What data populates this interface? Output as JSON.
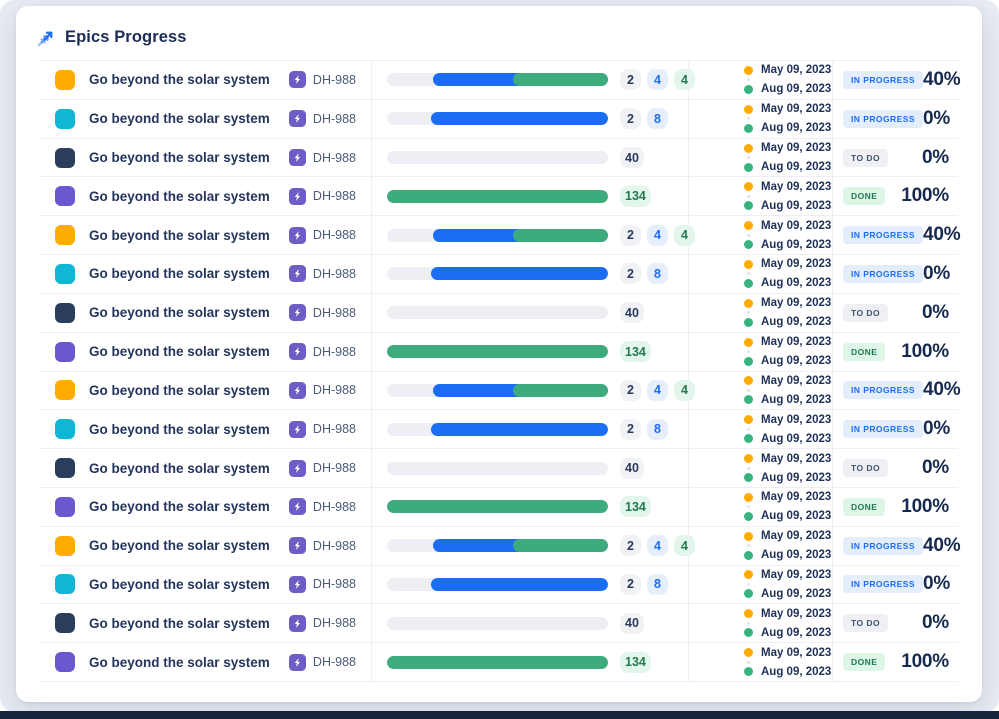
{
  "colors": {
    "page_surface": "#e8ecf3",
    "bottom_bar": "#16233a",
    "card_bg": "#ffffff",
    "bar_track": "#edeff5",
    "bar_blue": "#1b6ef3",
    "bar_green": "#3dab7b",
    "epic_orange": "#ffab00",
    "epic_cyan": "#0fb7d5",
    "epic_navy": "#2b3d5c",
    "epic_purple": "#6b58d0",
    "date_dot_start": "#ffab00",
    "date_dot_end": "#36b37e",
    "key_badge_purple": "#6e5dc6"
  },
  "header": {
    "title": "Epics Progress"
  },
  "rows": [
    {
      "square_color": "#ffab00",
      "title": "Go beyond the solar system",
      "key": "DH-988",
      "bar": {
        "blue_from": 21,
        "green_from": 57
      },
      "badges": [
        {
          "value": "2",
          "style": "gray"
        },
        {
          "value": "4",
          "style": "blue"
        },
        {
          "value": "4",
          "style": "green"
        }
      ],
      "start_date": "May 09, 2023",
      "end_date": "Aug 09, 2023",
      "status": {
        "label": "IN PROGRESS",
        "style": "inprogress"
      },
      "percent": "40%"
    },
    {
      "square_color": "#0fb7d5",
      "title": "Go beyond the solar system",
      "key": "DH-988",
      "bar": {
        "blue_from": 20,
        "green_from": null
      },
      "badges": [
        {
          "value": "2",
          "style": "gray"
        },
        {
          "value": "8",
          "style": "blue"
        }
      ],
      "start_date": "May 09, 2023",
      "end_date": "Aug 09, 2023",
      "status": {
        "label": "IN PROGRESS",
        "style": "inprogress"
      },
      "percent": "0%"
    },
    {
      "square_color": "#2b3d5c",
      "title": "Go beyond the solar system",
      "key": "DH-988",
      "bar": {
        "blue_from": null,
        "green_from": null
      },
      "badges": [
        {
          "value": "40",
          "style": "gray"
        }
      ],
      "start_date": "May 09, 2023",
      "end_date": "Aug 09, 2023",
      "status": {
        "label": "TO DO",
        "style": "todo"
      },
      "percent": "0%"
    },
    {
      "square_color": "#6b58d0",
      "title": "Go beyond the solar system",
      "key": "DH-988",
      "bar": {
        "blue_from": null,
        "green_from": 0
      },
      "badges": [
        {
          "value": "134",
          "style": "green"
        }
      ],
      "start_date": "May 09, 2023",
      "end_date": "Aug 09, 2023",
      "status": {
        "label": "DONE",
        "style": "done"
      },
      "percent": "100%"
    },
    {
      "square_color": "#ffab00",
      "title": "Go beyond the solar system",
      "key": "DH-988",
      "bar": {
        "blue_from": 21,
        "green_from": 57
      },
      "badges": [
        {
          "value": "2",
          "style": "gray"
        },
        {
          "value": "4",
          "style": "blue"
        },
        {
          "value": "4",
          "style": "green"
        }
      ],
      "start_date": "May 09, 2023",
      "end_date": "Aug 09, 2023",
      "status": {
        "label": "IN PROGRESS",
        "style": "inprogress"
      },
      "percent": "40%"
    },
    {
      "square_color": "#0fb7d5",
      "title": "Go beyond the solar system",
      "key": "DH-988",
      "bar": {
        "blue_from": 20,
        "green_from": null
      },
      "badges": [
        {
          "value": "2",
          "style": "gray"
        },
        {
          "value": "8",
          "style": "blue"
        }
      ],
      "start_date": "May 09, 2023",
      "end_date": "Aug 09, 2023",
      "status": {
        "label": "IN PROGRESS",
        "style": "inprogress"
      },
      "percent": "0%"
    },
    {
      "square_color": "#2b3d5c",
      "title": "Go beyond the solar system",
      "key": "DH-988",
      "bar": {
        "blue_from": null,
        "green_from": null
      },
      "badges": [
        {
          "value": "40",
          "style": "gray"
        }
      ],
      "start_date": "May 09, 2023",
      "end_date": "Aug 09, 2023",
      "status": {
        "label": "TO DO",
        "style": "todo"
      },
      "percent": "0%"
    },
    {
      "square_color": "#6b58d0",
      "title": "Go beyond the solar system",
      "key": "DH-988",
      "bar": {
        "blue_from": null,
        "green_from": 0
      },
      "badges": [
        {
          "value": "134",
          "style": "green"
        }
      ],
      "start_date": "May 09, 2023",
      "end_date": "Aug 09, 2023",
      "status": {
        "label": "DONE",
        "style": "done"
      },
      "percent": "100%"
    },
    {
      "square_color": "#ffab00",
      "title": "Go beyond the solar system",
      "key": "DH-988",
      "bar": {
        "blue_from": 21,
        "green_from": 57
      },
      "badges": [
        {
          "value": "2",
          "style": "gray"
        },
        {
          "value": "4",
          "style": "blue"
        },
        {
          "value": "4",
          "style": "green"
        }
      ],
      "start_date": "May 09, 2023",
      "end_date": "Aug 09, 2023",
      "status": {
        "label": "IN PROGRESS",
        "style": "inprogress"
      },
      "percent": "40%"
    },
    {
      "square_color": "#0fb7d5",
      "title": "Go beyond the solar system",
      "key": "DH-988",
      "bar": {
        "blue_from": 20,
        "green_from": null
      },
      "badges": [
        {
          "value": "2",
          "style": "gray"
        },
        {
          "value": "8",
          "style": "blue"
        }
      ],
      "start_date": "May 09, 2023",
      "end_date": "Aug 09, 2023",
      "status": {
        "label": "IN PROGRESS",
        "style": "inprogress"
      },
      "percent": "0%"
    },
    {
      "square_color": "#2b3d5c",
      "title": "Go beyond the solar system",
      "key": "DH-988",
      "bar": {
        "blue_from": null,
        "green_from": null
      },
      "badges": [
        {
          "value": "40",
          "style": "gray"
        }
      ],
      "start_date": "May 09, 2023",
      "end_date": "Aug 09, 2023",
      "status": {
        "label": "TO DO",
        "style": "todo"
      },
      "percent": "0%"
    },
    {
      "square_color": "#6b58d0",
      "title": "Go beyond the solar system",
      "key": "DH-988",
      "bar": {
        "blue_from": null,
        "green_from": 0
      },
      "badges": [
        {
          "value": "134",
          "style": "green"
        }
      ],
      "start_date": "May 09, 2023",
      "end_date": "Aug 09, 2023",
      "status": {
        "label": "DONE",
        "style": "done"
      },
      "percent": "100%"
    },
    {
      "square_color": "#ffab00",
      "title": "Go beyond the solar system",
      "key": "DH-988",
      "bar": {
        "blue_from": 21,
        "green_from": 57
      },
      "badges": [
        {
          "value": "2",
          "style": "gray"
        },
        {
          "value": "4",
          "style": "blue"
        },
        {
          "value": "4",
          "style": "green"
        }
      ],
      "start_date": "May 09, 2023",
      "end_date": "Aug 09, 2023",
      "status": {
        "label": "IN PROGRESS",
        "style": "inprogress"
      },
      "percent": "40%"
    },
    {
      "square_color": "#0fb7d5",
      "title": "Go beyond the solar system",
      "key": "DH-988",
      "bar": {
        "blue_from": 20,
        "green_from": null
      },
      "badges": [
        {
          "value": "2",
          "style": "gray"
        },
        {
          "value": "8",
          "style": "blue"
        }
      ],
      "start_date": "May 09, 2023",
      "end_date": "Aug 09, 2023",
      "status": {
        "label": "IN PROGRESS",
        "style": "inprogress"
      },
      "percent": "0%"
    },
    {
      "square_color": "#2b3d5c",
      "title": "Go beyond the solar system",
      "key": "DH-988",
      "bar": {
        "blue_from": null,
        "green_from": null
      },
      "badges": [
        {
          "value": "40",
          "style": "gray"
        }
      ],
      "start_date": "May 09, 2023",
      "end_date": "Aug 09, 2023",
      "status": {
        "label": "TO DO",
        "style": "todo"
      },
      "percent": "0%"
    },
    {
      "square_color": "#6b58d0",
      "title": "Go beyond the solar system",
      "key": "DH-988",
      "bar": {
        "blue_from": null,
        "green_from": 0
      },
      "badges": [
        {
          "value": "134",
          "style": "green"
        }
      ],
      "start_date": "May 09, 2023",
      "end_date": "Aug 09, 2023",
      "status": {
        "label": "DONE",
        "style": "done"
      },
      "percent": "100%"
    }
  ]
}
